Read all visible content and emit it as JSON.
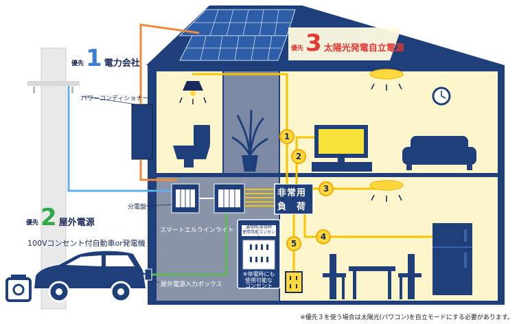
{
  "priorities": {
    "p1": {
      "prefix": "優先",
      "num": "1",
      "text": "電力会社"
    },
    "p2": {
      "prefix": "優先",
      "num": "2",
      "text": "屋外電源"
    },
    "p3": {
      "prefix": "優先",
      "num": "3",
      "text": "太陽光発電自立電源"
    }
  },
  "labels": {
    "power_conditioner": "パワーコンディショナー",
    "distribution_board": "分電盤",
    "smart_line": "スマートエルラインライト",
    "outdoor_source_desc": "100Vコンセント付自動車or発電機",
    "outdoor_input_box": "屋外電源入力ボックス",
    "emergency_load_1": "非常用",
    "emergency_load_2": "負　荷",
    "outlet_box_title_1": "通常時/非常時",
    "outlet_box_title_2": "使用可能コンセント",
    "outlet_box_note_1": "※停電時にも",
    "outlet_box_note_2": "使用可能な",
    "outlet_box_note_3": "コンセント"
  },
  "circuit_numbers": [
    "1",
    "2",
    "3",
    "4",
    "5"
  ],
  "footnote": "※優先３を使う場合は太陽光(パワコン)を自立モードにする必要があります。",
  "colors": {
    "house_navy": "#1f3f7a",
    "wall_cream": "#fdf6cc",
    "utility_grey": "#8a94a8",
    "line_orange": "#f08a38",
    "line_blue": "#5fb0e8",
    "line_green": "#5dbb55",
    "line_yellow": "#f6c400",
    "accent_red": "#e53935"
  }
}
